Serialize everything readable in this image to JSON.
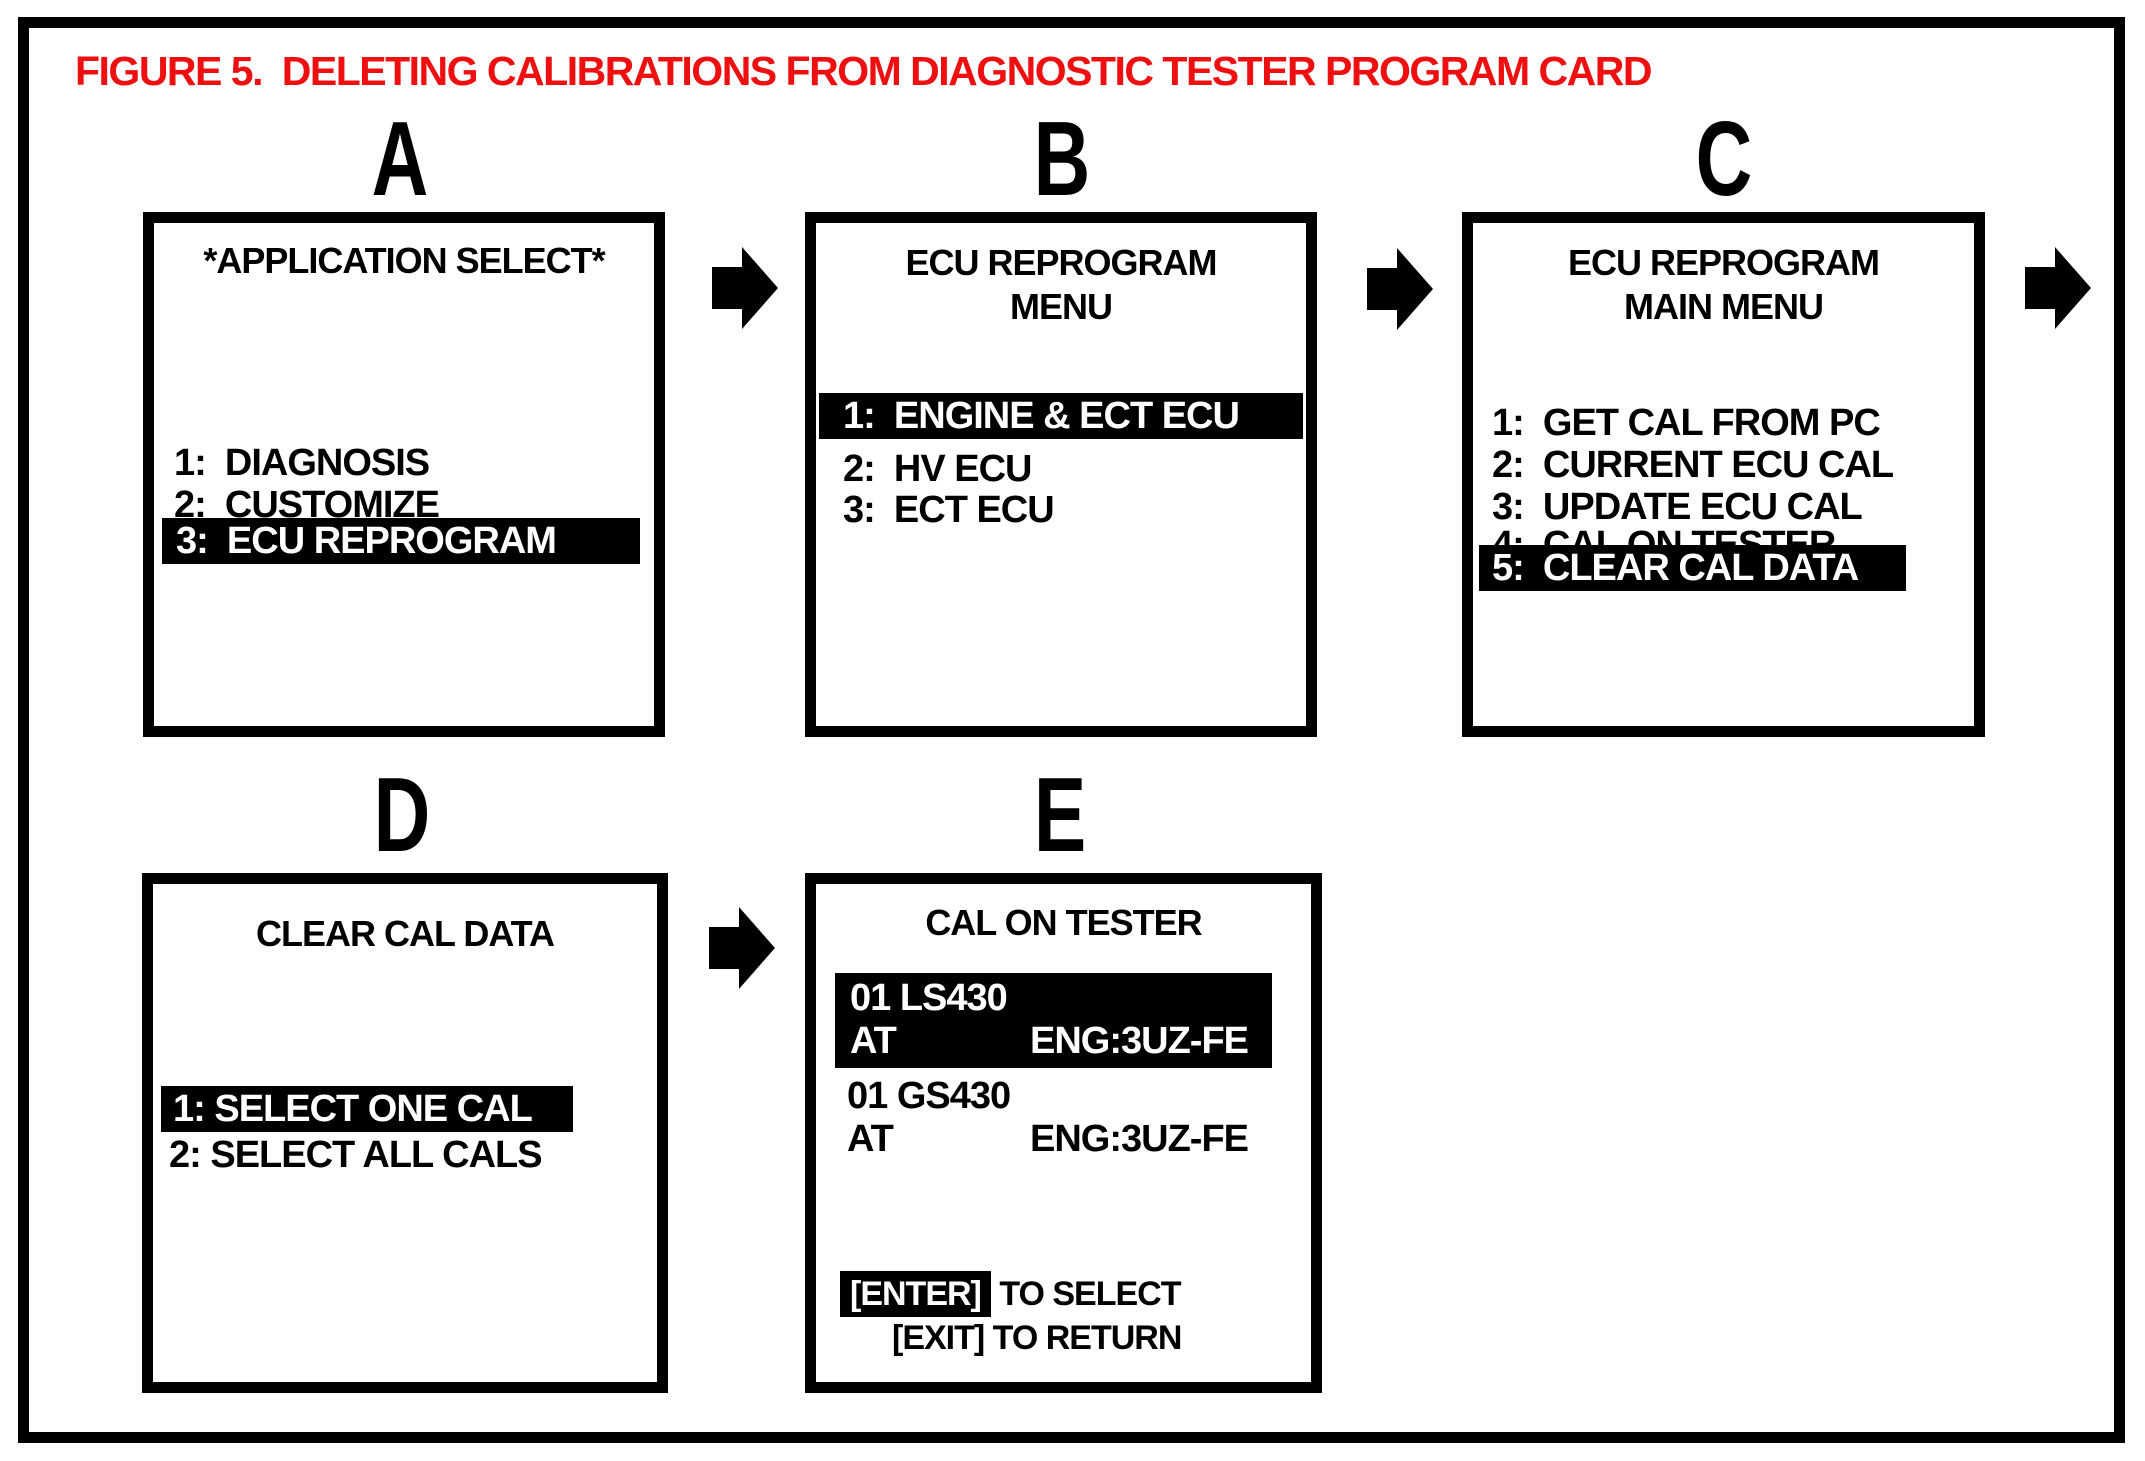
{
  "title": "FIGURE 5.  DELETING CALIBRATIONS FROM DIAGNOSTIC TESTER PROGRAM CARD",
  "colors": {
    "title_red": "#ee1010",
    "screen_fg": "#000000",
    "screen_bg": "#ffffff"
  },
  "steps": {
    "a": {
      "letter": "A",
      "header": "*APPLICATION SELECT*",
      "items": [
        {
          "label": "1:  DIAGNOSIS",
          "highlighted": false
        },
        {
          "label": "2:  CUSTOMIZE",
          "highlighted": false
        },
        {
          "label": "3:  ECU REPROGRAM",
          "highlighted": true
        }
      ]
    },
    "b": {
      "letter": "B",
      "header_line1": "ECU REPROGRAM",
      "header_line2": "MENU",
      "items": [
        {
          "label": "1:  ENGINE & ECT ECU",
          "highlighted": true
        },
        {
          "label": "2:  HV ECU",
          "highlighted": false
        },
        {
          "label": "3:  ECT ECU",
          "highlighted": false
        }
      ]
    },
    "c": {
      "letter": "C",
      "header_line1": "ECU REPROGRAM",
      "header_line2": "MAIN MENU",
      "items": [
        {
          "label": "1:  GET CAL FROM PC",
          "highlighted": false
        },
        {
          "label": "2:  CURRENT ECU CAL",
          "highlighted": false
        },
        {
          "label": "3:  UPDATE ECU CAL",
          "highlighted": false
        },
        {
          "label": "4:  CAL ON TESTER",
          "highlighted": false
        },
        {
          "label": "5:  CLEAR CAL DATA",
          "highlighted": true
        }
      ]
    },
    "d": {
      "letter": "D",
      "header": "CLEAR CAL DATA",
      "items": [
        {
          "label": "1: SELECT ONE CAL",
          "highlighted": true
        },
        {
          "label": "2: SELECT ALL CALS",
          "highlighted": false
        }
      ]
    },
    "e": {
      "letter": "E",
      "header": "CAL ON TESTER",
      "entries": [
        {
          "line1": "01 LS430",
          "col1": "AT",
          "col2": "ENG:3UZ-FE",
          "highlighted": true
        },
        {
          "line1": "01 GS430",
          "col1": "AT",
          "col2": "ENG:3UZ-FE",
          "highlighted": false
        }
      ],
      "footer": {
        "enter_key": "[ENTER]",
        "enter_rest": " TO SELECT",
        "exit_line": "[EXIT] TO RETURN"
      }
    }
  }
}
